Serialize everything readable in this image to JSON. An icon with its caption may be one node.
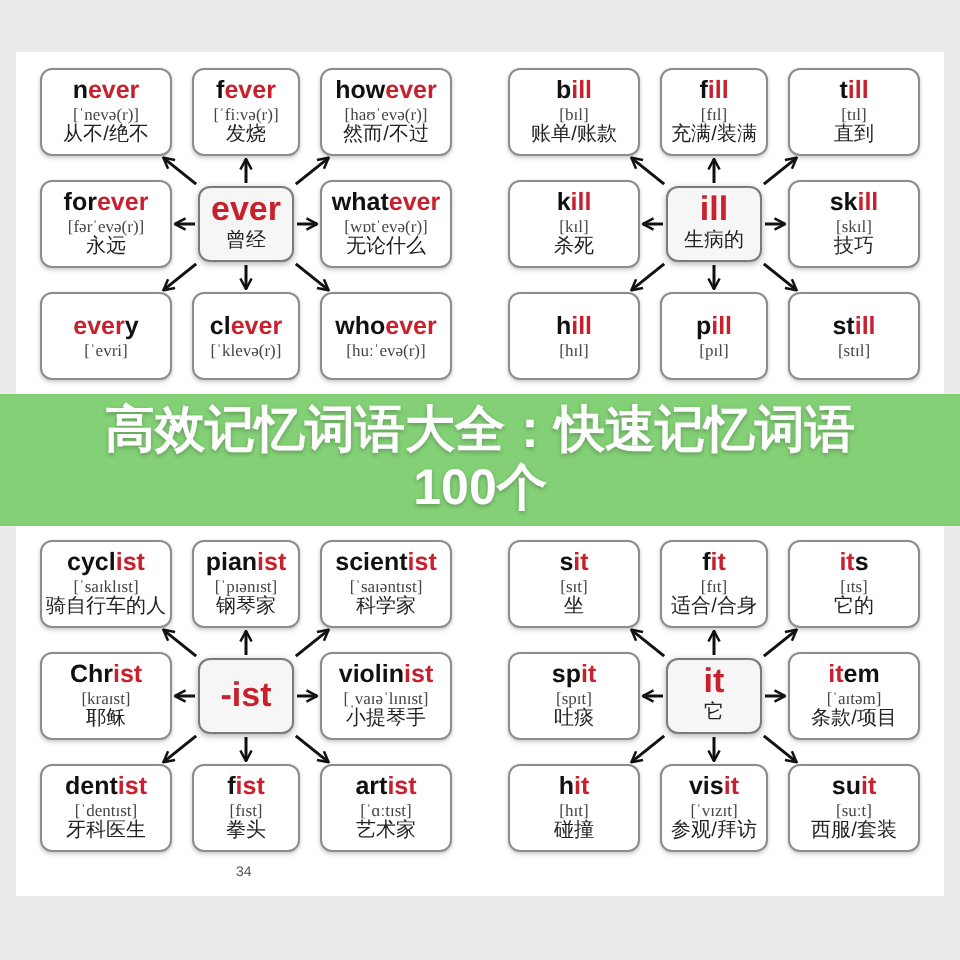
{
  "diagram": {
    "title": "高效记忆词语大全：快速记忆词语100个",
    "nodes": [
      {
        "text": [
          "never",
          "[ˈnevə(r)]",
          "从不/绝不"
        ]
      },
      {
        "text": [
          "fever",
          "[ˈfiːvə(r)]",
          "发烧"
        ]
      },
      {
        "text": [
          "however",
          "[haʊˈevə(r)]",
          "然而/不过"
        ]
      },
      {
        "text": [
          "forever",
          "[fərˈevə(r)]",
          "永远"
        ]
      },
      {
        "text": [
          "ever",
          "曾经"
        ]
      },
      {
        "text": [
          "whatever",
          "[wɒtˈevə(r)]",
          "无论什么"
        ]
      },
      {
        "text": [
          "every",
          "[ˈevri]"
        ]
      },
      {
        "text": [
          "clever",
          "[ˈklevə(r)]"
        ]
      },
      {
        "text": [
          "whoever",
          "[huːˈevə(r)]"
        ]
      },
      {
        "text": [
          "bill",
          "[bɪl]",
          "账单/账款"
        ]
      },
      {
        "text": [
          "fill",
          "[fɪl]",
          "充满/装满"
        ]
      },
      {
        "text": [
          "till",
          "[tɪl]",
          "直到"
        ]
      },
      {
        "text": [
          "kill",
          "[kɪl]",
          "杀死"
        ]
      },
      {
        "text": [
          "ill",
          "生病的"
        ]
      },
      {
        "text": [
          "skill",
          "[skɪl]",
          "技巧"
        ]
      },
      {
        "text": [
          "hill",
          "[hɪl]"
        ]
      },
      {
        "text": [
          "pill",
          "[pɪl]"
        ]
      },
      {
        "text": [
          "still",
          "[stɪl]"
        ]
      },
      {
        "text": [
          "cyclist",
          "[ˈsaɪklɪst]",
          "骑自行车的人"
        ]
      },
      {
        "text": [
          "pianist",
          "[ˈpɪənɪst]",
          "钢琴家"
        ]
      },
      {
        "text": [
          "scientist",
          "[ˈsaɪəntɪst]",
          "科学家"
        ]
      },
      {
        "text": [
          "Christ",
          "[kraɪst]",
          "耶稣"
        ]
      },
      {
        "text": [
          "-ist"
        ]
      },
      {
        "text": [
          "violinist",
          "[ˌvaɪəˈlɪnɪst]",
          "小提琴手"
        ]
      },
      {
        "text": [
          "dentist",
          "[ˈdentɪst]",
          "牙科医生"
        ]
      },
      {
        "text": [
          "fist",
          "[fɪst]",
          "拳头"
        ]
      },
      {
        "text": [
          "artist",
          "[ˈɑːtɪst]",
          "艺术家"
        ]
      },
      {
        "text": [
          "sit",
          "[sɪt]",
          "坐"
        ]
      },
      {
        "text": [
          "fit",
          "[fɪt]",
          "适合/合身"
        ]
      },
      {
        "text": [
          "its",
          "[ɪts]",
          "它的"
        ]
      },
      {
        "text": [
          "spit",
          "[spɪt]",
          "吐痰"
        ]
      },
      {
        "text": [
          "it",
          "它"
        ]
      },
      {
        "text": [
          "item",
          "[ˈaɪtəm]",
          "条款/项目"
        ]
      },
      {
        "text": [
          "hit",
          "[hɪt]",
          "碰撞"
        ]
      },
      {
        "text": [
          "visit",
          "[ˈvɪzɪt]",
          "参观/拜访"
        ]
      },
      {
        "text": [
          "suit",
          "[suːt]",
          "西服/套装"
        ]
      }
    ],
    "edges": [
      {
        "from": 4,
        "to": 0,
        "arrow": "to"
      },
      {
        "from": 4,
        "to": 1,
        "arrow": "to"
      },
      {
        "from": 4,
        "to": 2,
        "arrow": "to"
      },
      {
        "from": 4,
        "to": 3,
        "arrow": "to"
      },
      {
        "from": 4,
        "to": 5,
        "arrow": "to"
      },
      {
        "from": 4,
        "to": 6,
        "arrow": "to"
      },
      {
        "from": 4,
        "to": 7,
        "arrow": "to"
      },
      {
        "from": 4,
        "to": 8,
        "arrow": "to"
      },
      {
        "from": 13,
        "to": 9,
        "arrow": "to"
      },
      {
        "from": 13,
        "to": 10,
        "arrow": "to"
      },
      {
        "from": 13,
        "to": 11,
        "arrow": "to"
      },
      {
        "from": 13,
        "to": 12,
        "arrow": "to"
      },
      {
        "from": 13,
        "to": 14,
        "arrow": "to"
      },
      {
        "from": 13,
        "to": 15,
        "arrow": "to"
      },
      {
        "from": 13,
        "to": 16,
        "arrow": "to"
      },
      {
        "from": 13,
        "to": 17,
        "arrow": "to"
      },
      {
        "from": 22,
        "to": 18,
        "arrow": "to"
      },
      {
        "from": 22,
        "to": 19,
        "arrow": "to"
      },
      {
        "from": 22,
        "to": 20,
        "arrow": "to"
      },
      {
        "from": 22,
        "to": 21,
        "arrow": "to"
      },
      {
        "from": 22,
        "to": 23,
        "arrow": "to"
      },
      {
        "from": 22,
        "to": 24,
        "arrow": "to"
      },
      {
        "from": 22,
        "to": 25,
        "arrow": "to"
      },
      {
        "from": 22,
        "to": 26,
        "arrow": "to"
      },
      {
        "from": 31,
        "to": 27,
        "arrow": "to"
      },
      {
        "from": 31,
        "to": 28,
        "arrow": "to"
      },
      {
        "from": 31,
        "to": 29,
        "arrow": "to"
      },
      {
        "from": 31,
        "to": 30,
        "arrow": "to"
      },
      {
        "from": 31,
        "to": 32,
        "arrow": "to"
      },
      {
        "from": 31,
        "to": 33,
        "arrow": "to"
      },
      {
        "from": 31,
        "to": 34,
        "arrow": "to"
      },
      {
        "from": 31,
        "to": 35,
        "arrow": "to"
      }
    ],
    "labels": [
      "34"
    ]
  }
}
